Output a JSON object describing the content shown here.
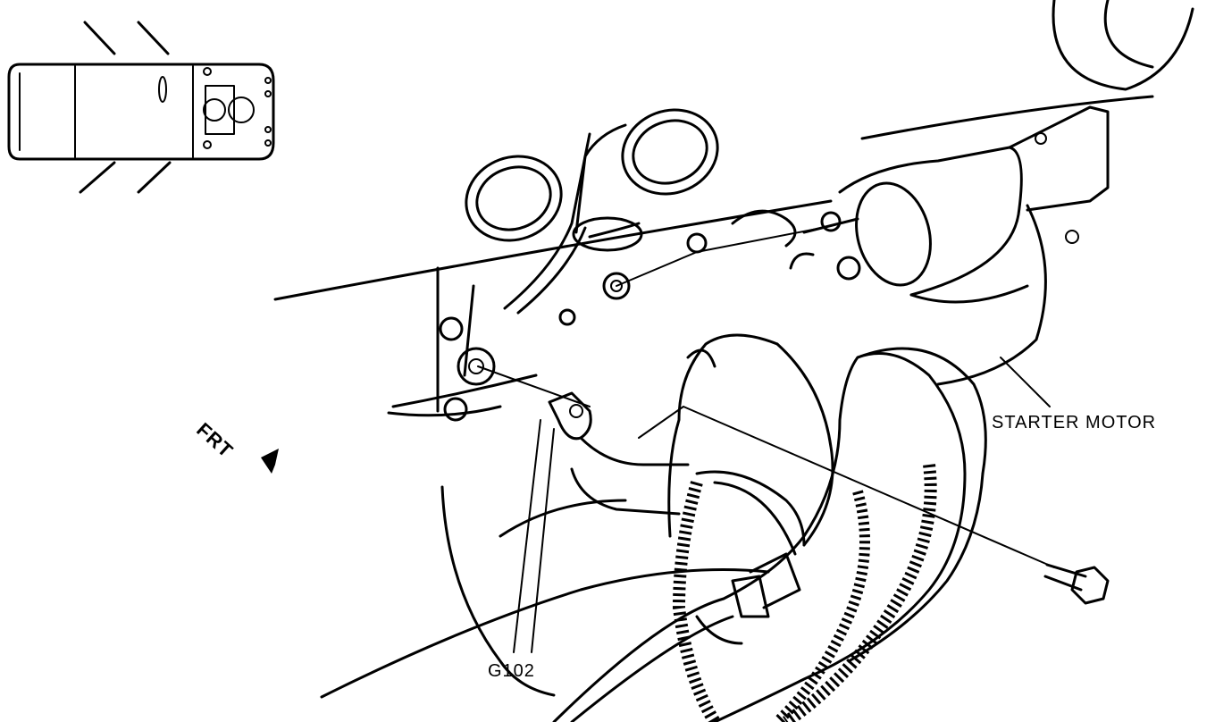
{
  "labels": {
    "starter_motor": "STARTER MOTOR",
    "ground": "G102",
    "front": "FRT"
  },
  "icons": {
    "vehicle_locator": "vehicle-top-view-icon",
    "front_arrow": "front-arrow-icon",
    "bolt": "bolt-icon"
  }
}
